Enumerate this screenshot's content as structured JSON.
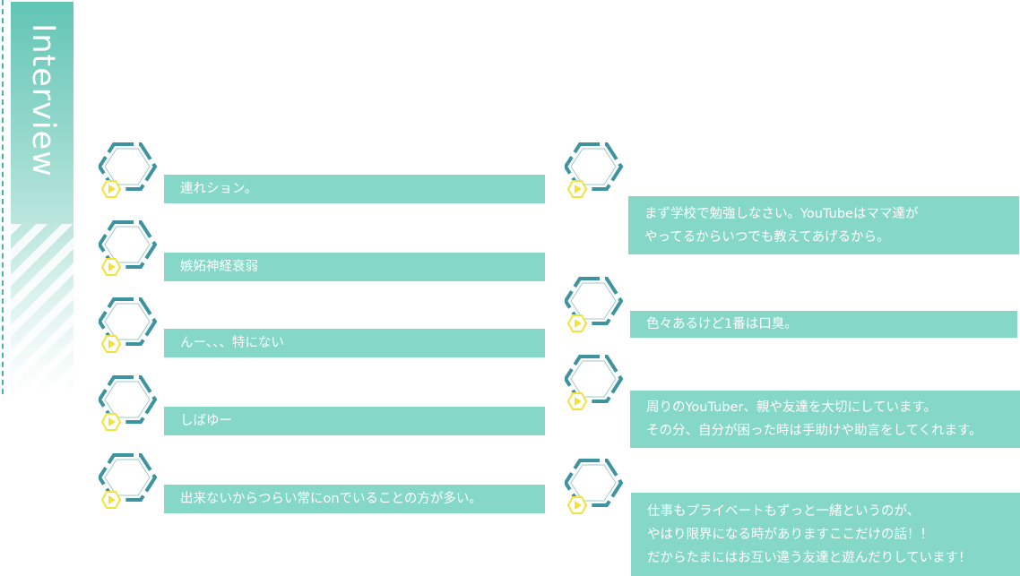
{
  "section_title": "Interview",
  "colors": {
    "accent": "#85d8c7",
    "hex_stroke": "#3e93a0",
    "play_badge": "#f2e33a",
    "banner": "#62c5b5"
  },
  "icons": {
    "avatar": "hexagon-frame-icon",
    "badge": "play-badge-icon"
  },
  "left_answers": [
    {
      "text": "連れション。"
    },
    {
      "text": "嫉妬神経衰弱"
    },
    {
      "text": "んー、、、特にない"
    },
    {
      "text": "しばゆー"
    },
    {
      "text": "出来ないからつらい常にonでいることの方が多い。"
    }
  ],
  "right_answers": [
    {
      "lines": [
        "まず学校で勉強しなさい。YouTubeはママ達が",
        "やってるからいつでも教えてあげるから。"
      ]
    },
    {
      "lines": [
        "色々あるけど1番は口臭。"
      ]
    },
    {
      "lines": [
        "周りのYouTuber、親や友達を大切にしています。",
        "その分、自分が困った時は手助けや助言をしてくれます。"
      ]
    },
    {
      "lines": [
        "仕事もプライベートもずっと一緒というのが、",
        "やはり限界になる時がありますここだけの話！！",
        "だからたまにはお互い違う友達と遊んだりしています！"
      ]
    }
  ]
}
